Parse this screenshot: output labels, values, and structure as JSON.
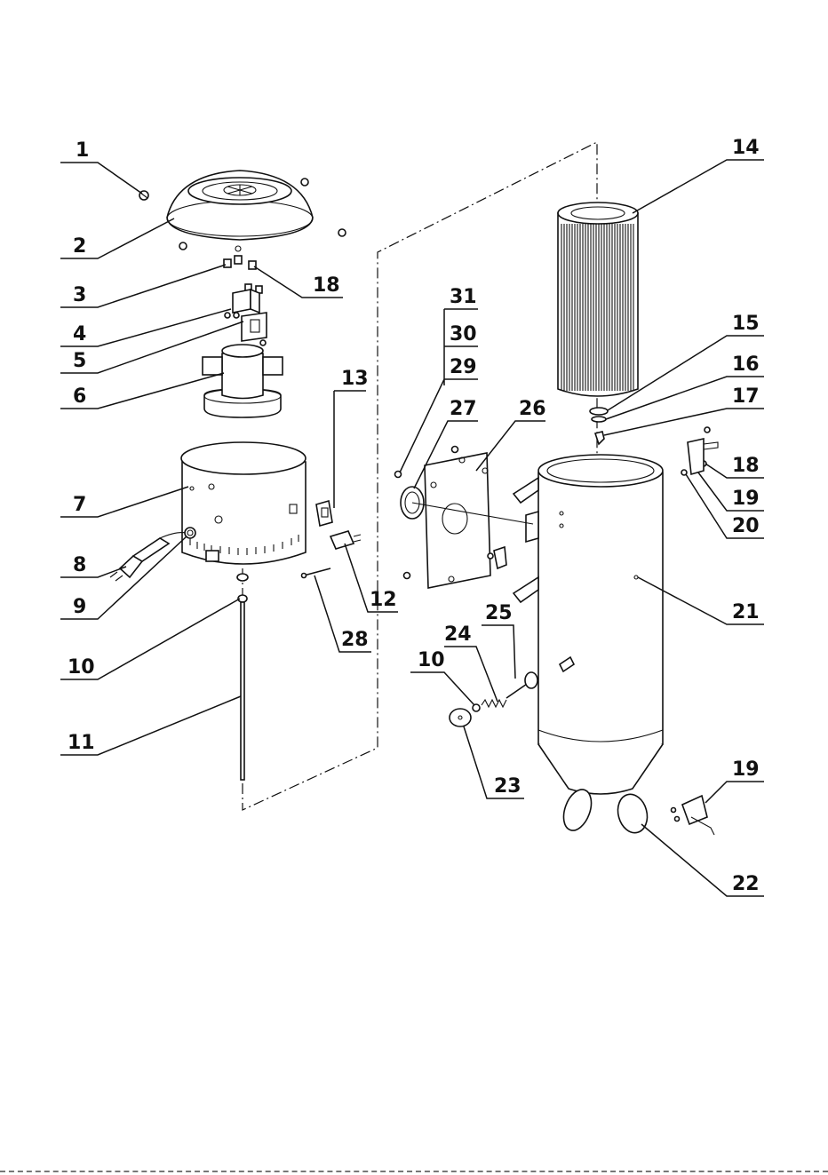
{
  "colors": {
    "ink": "#111111",
    "paper": "#ffffff"
  },
  "diagram": {
    "callouts": [
      {
        "key": "c1",
        "label": "1"
      },
      {
        "key": "c2",
        "label": "2"
      },
      {
        "key": "c3",
        "label": "3"
      },
      {
        "key": "c4",
        "label": "4"
      },
      {
        "key": "c5",
        "label": "5"
      },
      {
        "key": "c6",
        "label": "6"
      },
      {
        "key": "c7",
        "label": "7"
      },
      {
        "key": "c8",
        "label": "8"
      },
      {
        "key": "c9",
        "label": "9"
      },
      {
        "key": "c10",
        "label": "10"
      },
      {
        "key": "c11",
        "label": "11"
      },
      {
        "key": "c18a",
        "label": "18"
      },
      {
        "key": "c13",
        "label": "13"
      },
      {
        "key": "c12",
        "label": "12"
      },
      {
        "key": "c28",
        "label": "28"
      },
      {
        "key": "c31",
        "label": "31"
      },
      {
        "key": "c30",
        "label": "30"
      },
      {
        "key": "c29",
        "label": "29"
      },
      {
        "key": "c27",
        "label": "27"
      },
      {
        "key": "c26",
        "label": "26"
      },
      {
        "key": "c14",
        "label": "14"
      },
      {
        "key": "c15",
        "label": "15"
      },
      {
        "key": "c16",
        "label": "16"
      },
      {
        "key": "c17",
        "label": "17"
      },
      {
        "key": "c18b",
        "label": "18"
      },
      {
        "key": "c19a",
        "label": "19"
      },
      {
        "key": "c20",
        "label": "20"
      },
      {
        "key": "c21",
        "label": "21"
      },
      {
        "key": "c25",
        "label": "25"
      },
      {
        "key": "c24",
        "label": "24"
      },
      {
        "key": "c10b",
        "label": "10"
      },
      {
        "key": "c23",
        "label": "23"
      },
      {
        "key": "c19b",
        "label": "19"
      },
      {
        "key": "c22",
        "label": "22"
      }
    ]
  }
}
